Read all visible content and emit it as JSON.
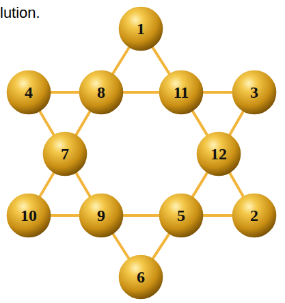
{
  "diagram": {
    "nodes": [
      {
        "text": [
          "1"
        ]
      },
      {
        "text": [
          "4"
        ]
      },
      {
        "text": [
          "8"
        ]
      },
      {
        "text": [
          "11"
        ]
      },
      {
        "text": [
          "3"
        ]
      },
      {
        "text": [
          "7"
        ]
      },
      {
        "text": [
          "12"
        ]
      },
      {
        "text": [
          "10"
        ]
      },
      {
        "text": [
          "9"
        ]
      },
      {
        "text": [
          "5"
        ]
      },
      {
        "text": [
          "2"
        ]
      },
      {
        "text": [
          "6"
        ]
      }
    ],
    "edges": [
      {
        "from": 0,
        "to": 2,
        "arrow": "none"
      },
      {
        "from": 0,
        "to": 3,
        "arrow": "none"
      },
      {
        "from": 1,
        "to": 2,
        "arrow": "none"
      },
      {
        "from": 2,
        "to": 3,
        "arrow": "none"
      },
      {
        "from": 3,
        "to": 4,
        "arrow": "none"
      },
      {
        "from": 1,
        "to": 5,
        "arrow": "none"
      },
      {
        "from": 2,
        "to": 5,
        "arrow": "none"
      },
      {
        "from": 3,
        "to": 6,
        "arrow": "none"
      },
      {
        "from": 4,
        "to": 6,
        "arrow": "none"
      },
      {
        "from": 5,
        "to": 7,
        "arrow": "none"
      },
      {
        "from": 5,
        "to": 8,
        "arrow": "none"
      },
      {
        "from": 6,
        "to": 9,
        "arrow": "none"
      },
      {
        "from": 6,
        "to": 10,
        "arrow": "none"
      },
      {
        "from": 7,
        "to": 8,
        "arrow": "none"
      },
      {
        "from": 8,
        "to": 9,
        "arrow": "none"
      },
      {
        "from": 9,
        "to": 10,
        "arrow": "none"
      },
      {
        "from": 8,
        "to": 11,
        "arrow": "none"
      },
      {
        "from": 9,
        "to": 11,
        "arrow": "none"
      }
    ],
    "labels": [
      "lution."
    ]
  }
}
